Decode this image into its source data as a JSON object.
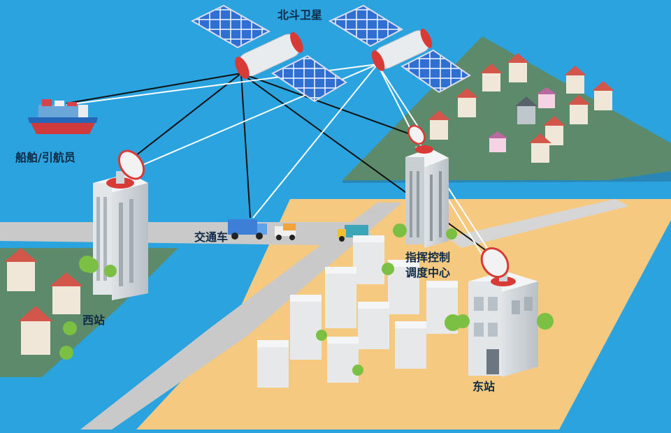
{
  "labels": {
    "satellite": "北斗卫星",
    "ship": "船舶/引航员",
    "vehicle": "交通车",
    "west_station": "西站",
    "command_center_line1": "指挥控制",
    "command_center_line2": "调度中心",
    "east_station": "东站"
  },
  "colors": {
    "sea": "#2aa3df",
    "land_sand": "#f6c981",
    "land_green": "#5d8a6a",
    "road": "#c9c9c9",
    "link_black": "#111111",
    "link_white": "#ffffff",
    "panel_blue": "#2f6fd1",
    "accent_red": "#d83b36"
  }
}
